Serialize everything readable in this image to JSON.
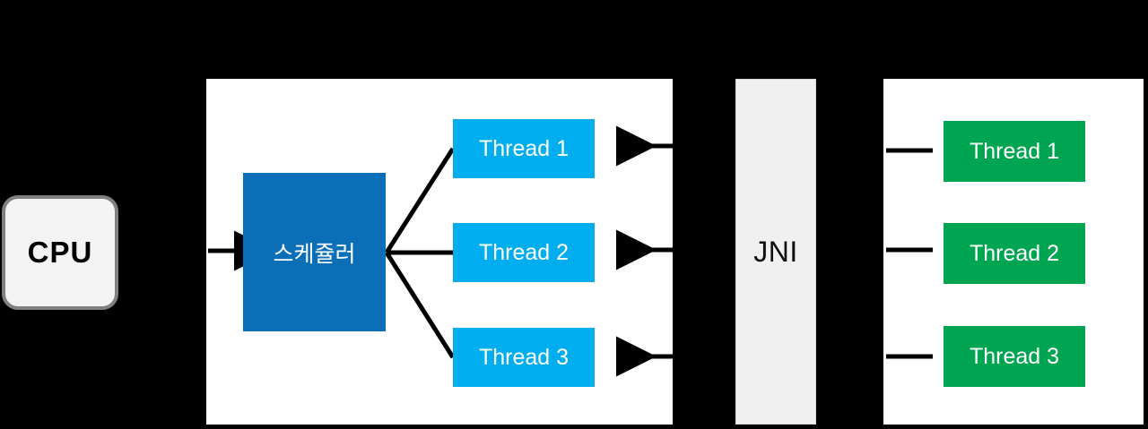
{
  "diagram": {
    "title": "JNI thread scheduling diagram",
    "background_color": "#000000",
    "colors": {
      "panel": "#FFFFFF",
      "scheduler": "#0B6FB8",
      "java_thread": "#00AEEF",
      "native_thread": "#00A551",
      "jni_bar": "#F0F0F0",
      "cpu_fill": "#F3F3F3",
      "cpu_border": "#808080",
      "connector": "#000000"
    }
  },
  "cpu": {
    "label": "CPU"
  },
  "scheduler": {
    "label": "스케쥴러"
  },
  "jni": {
    "label": "JNI"
  },
  "left_panel": {
    "threads": [
      {
        "label": "Thread 1"
      },
      {
        "label": "Thread 2"
      },
      {
        "label": "Thread 3"
      }
    ]
  },
  "right_panel": {
    "threads": [
      {
        "label": "Thread 1"
      },
      {
        "label": "Thread 2"
      },
      {
        "label": "Thread 3"
      }
    ]
  },
  "connectors": {
    "cpu_to_scheduler": "arrow-right",
    "scheduler_to_threads": "fan-out-lines",
    "jni_to_threads": "arrow-left",
    "panel_to_native_threads": "line"
  }
}
